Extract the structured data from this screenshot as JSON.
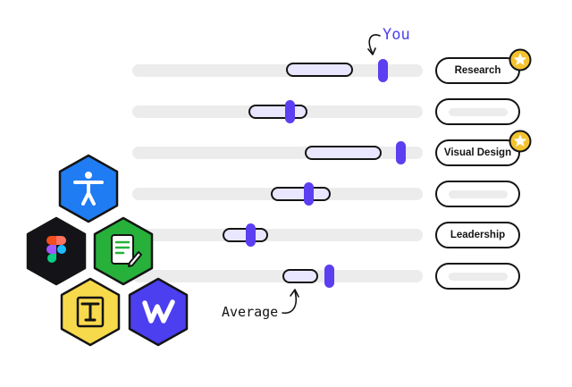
{
  "annotations": {
    "you": "You",
    "average": "Average"
  },
  "skills": [
    {
      "label": "Research",
      "starred": true
    },
    {
      "label": "",
      "starred": false
    },
    {
      "label": "Visual Design",
      "starred": true
    },
    {
      "label": "",
      "starred": false
    },
    {
      "label": "Leadership",
      "starred": false
    },
    {
      "label": "",
      "starred": false
    }
  ],
  "colors": {
    "accent": "#5b3ff0",
    "range_fill": "#e9e6ff",
    "track": "#ececec",
    "star": "#f4c430",
    "hex_blue": "#1f7cf2",
    "hex_green": "#27b13b",
    "hex_dark": "#141418",
    "hex_yellow": "#f7d94c",
    "hex_indigo": "#4b3ff0"
  },
  "icons": [
    "accessibility-icon",
    "figma-icon",
    "document-edit-icon",
    "text-tool-icon",
    "webflow-icon"
  ]
}
